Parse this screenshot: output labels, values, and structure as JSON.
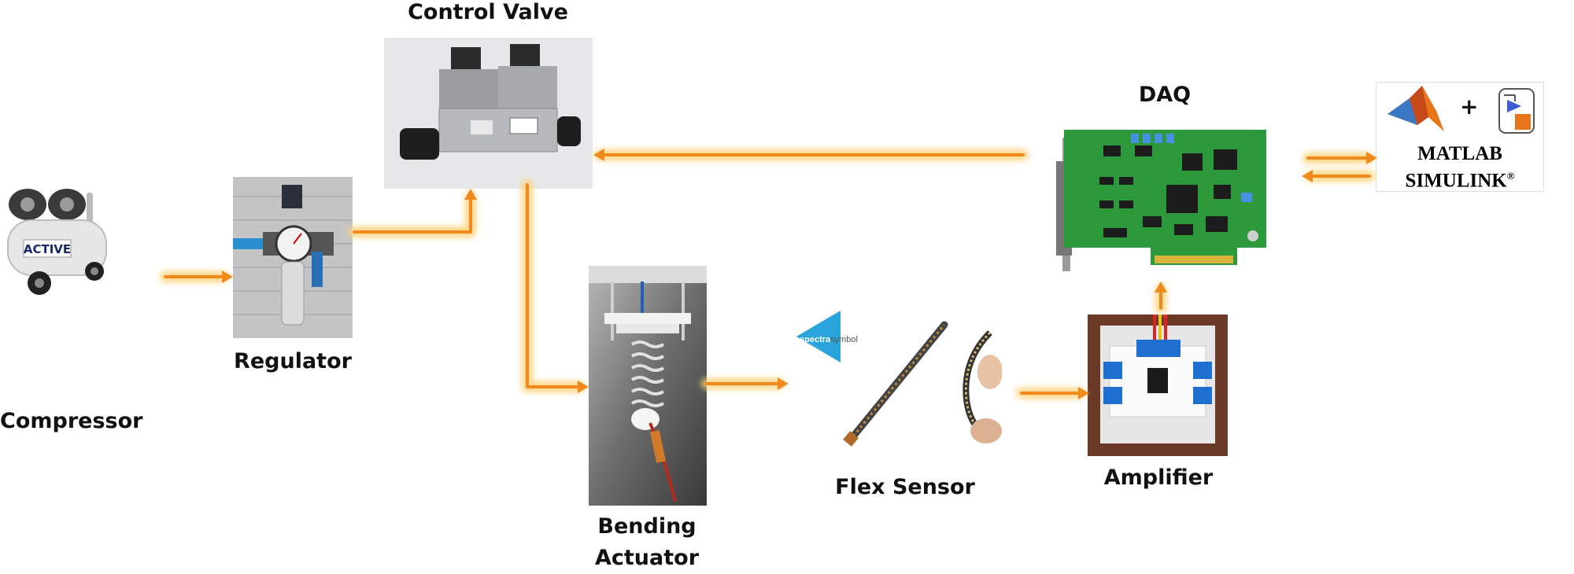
{
  "labels": {
    "compressor": "Compressor",
    "regulator": "Regulator",
    "control_valve": "Control Valve",
    "bending_actuator_line1": "Bending",
    "bending_actuator_line2": "Actuator",
    "flex_sensor": "Flex Sensor",
    "amplifier": "Amplifier",
    "daq": "DAQ"
  },
  "software": {
    "plus": "+",
    "line1": "MATLAB",
    "line2": "SIMULINK",
    "reg_mark": "®"
  },
  "compressor_brand": "ACTIVE",
  "sensor_brand": {
    "bold": "spectra",
    "light": "symbol"
  },
  "colors": {
    "arrow_core": "#f08a1c",
    "arrow_glow": "#ffd27a",
    "matlab_orange": "#e8751a",
    "simulink_blue": "#3b5bd8",
    "pcb_green": "#2c9a3a",
    "brand_blue": "#2aa4dd"
  }
}
